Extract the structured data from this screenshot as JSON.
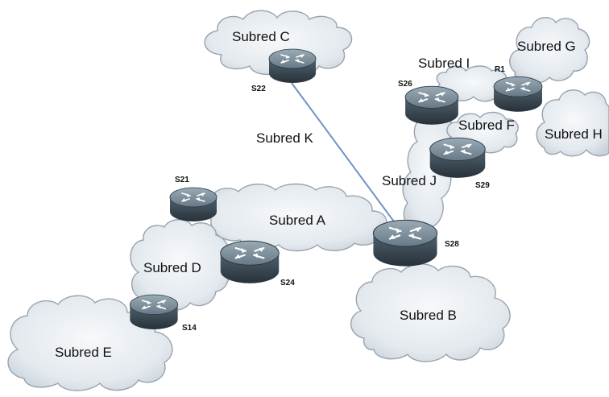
{
  "subnets": {
    "a": "Subred A",
    "b": "Subred B",
    "c": "Subred C",
    "d": "Subred D",
    "e": "Subred E",
    "f": "Subred F",
    "g": "Subred G",
    "h": "Subred H",
    "i": "Subred I",
    "j": "Subred J",
    "k": "Subred K"
  },
  "routers": {
    "s22": "S22",
    "s21": "S21",
    "s24": "S24",
    "s14": "S14",
    "s26": "S26",
    "r1": "R1",
    "s29": "S29",
    "s28": "S28"
  },
  "colors": {
    "cloud_fill": "#dde4ea",
    "router_body": "#3d4c57",
    "router_top": "#7f929e",
    "link": "#6f93c6"
  }
}
